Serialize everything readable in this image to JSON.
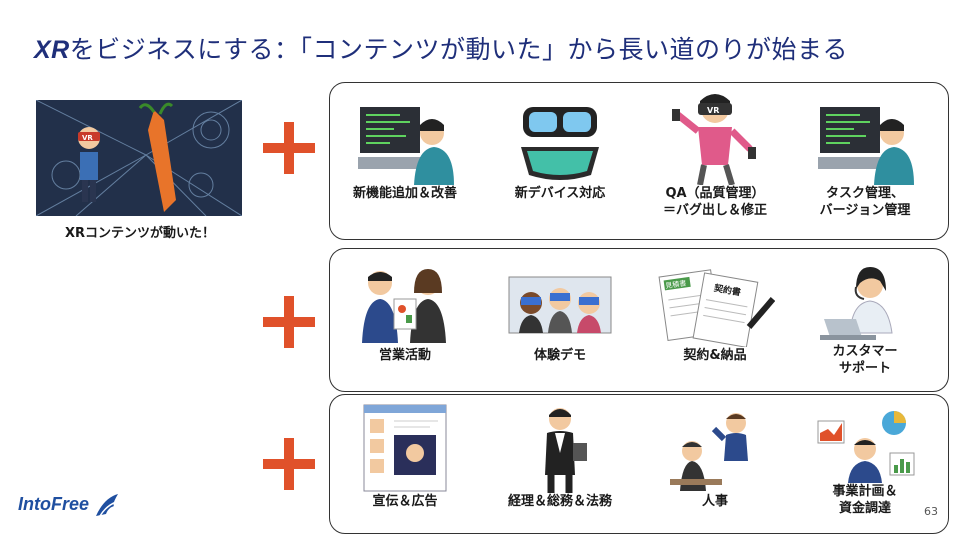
{
  "title": {
    "brand": "XR",
    "rest": "をビジネスにする：「コンテンツが動いた」から長い道のりが始まる"
  },
  "hero": {
    "caption": "XRコンテンツが動いた！",
    "vr_text": "VR"
  },
  "rows": [
    {
      "items": [
        {
          "icon": "programmer-icon",
          "label": "新機能追加＆改善"
        },
        {
          "icon": "vr-goggles-icon",
          "label": "新デバイス対応"
        },
        {
          "icon": "vr-player-icon",
          "label": "QA（品質管理）\n＝バグ出し＆修正",
          "vr_text": "VR"
        },
        {
          "icon": "programmer-icon",
          "label": "タスク管理、\nバージョン管理"
        }
      ]
    },
    {
      "items": [
        {
          "icon": "business-meeting-icon",
          "label": "営業活動"
        },
        {
          "icon": "vr-demo-icon",
          "label": "体験デモ"
        },
        {
          "icon": "contract-icon",
          "label": "契約&納品",
          "doc1": "見積書",
          "doc2": "契約書"
        },
        {
          "icon": "support-operator-icon",
          "label": "カスタマー\nサポート"
        }
      ]
    },
    {
      "items": [
        {
          "icon": "web-ad-icon",
          "label": "宣伝＆広告"
        },
        {
          "icon": "office-clerk-icon",
          "label": "経理＆総務＆法務"
        },
        {
          "icon": "hr-interview-icon",
          "label": "人事"
        },
        {
          "icon": "business-planning-icon",
          "label": "事業計画＆\n資金調達"
        }
      ]
    }
  ],
  "footer": {
    "logo": "IntoFree",
    "page_number": "63"
  },
  "colors": {
    "title": "#1f2f7a",
    "plus": "#e0512a",
    "border": "#333333"
  }
}
